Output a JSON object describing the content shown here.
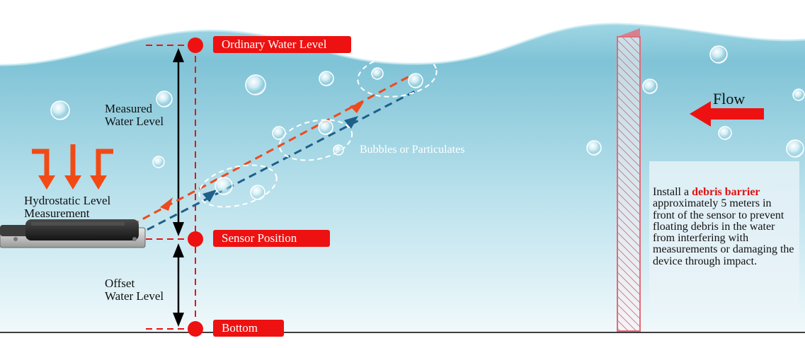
{
  "labels": {
    "ordinary_water_level": "Ordinary Water Level",
    "sensor_position": "Sensor Position",
    "bottom": "Bottom",
    "measured_water_level_l1": "Measured",
    "measured_water_level_l2": "Water Level",
    "offset_water_level_l1": "Offset",
    "offset_water_level_l2": "Water Level",
    "hydrostatic_l1": "Hydrostatic Level",
    "hydrostatic_l2": "Measurement",
    "bubbles": "Bubbles or Particulates",
    "flow": "Flow"
  },
  "note": {
    "before": "Install a ",
    "highlight": "debris barrier",
    "after": " approximately 5 meters in front of the sensor to prevent floating debris in the water from interfering with measurements or damaging the device through impact."
  },
  "colors": {
    "water_top": "#a9dbe8",
    "water_mid": "#7fc3d6",
    "water_bottom": "#e6f4f8",
    "marker_red": "#ee1111",
    "beam_orange": "#ef4a1c",
    "beam_blue": "#1f5f8a",
    "arrow_black": "#000000"
  },
  "icons": [
    "bubble-icon",
    "down-arrow-icon",
    "flow-arrow-icon",
    "sensor-device-icon",
    "debris-barrier-icon"
  ]
}
